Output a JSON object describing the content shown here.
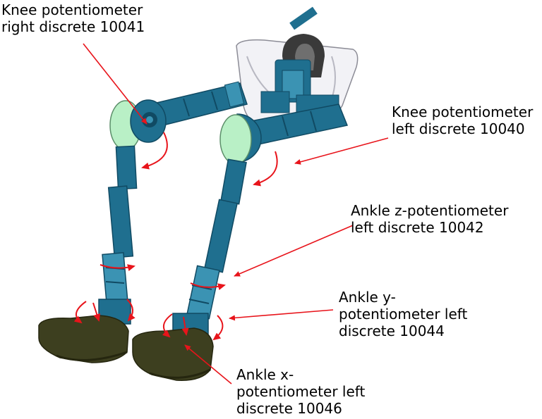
{
  "colors": {
    "leader": "#e8141b",
    "limb": "#1f6f8f",
    "limb_dark": "#104a63",
    "limb_light": "#3b93b3",
    "knee_cap": "#b9f0c6",
    "shoe": "#3d3f1f",
    "shoe_dark": "#25260f",
    "pelvis_shell": "#f2f2f6",
    "pelvis_dark": "#3a3a3a"
  },
  "labels": {
    "knee_right": [
      "Knee potentiometer",
      "right discrete 10041"
    ],
    "knee_left": [
      "Knee potentiometer",
      "left discrete 10040"
    ],
    "ankle_z": [
      "Ankle z-potentiometer",
      "left discrete 10042"
    ],
    "ankle_y": [
      "Ankle y-",
      "potentiometer left",
      "discrete 10044"
    ],
    "ankle_x": [
      "Ankle x-",
      "potentiometer left",
      "discrete 10046"
    ]
  }
}
